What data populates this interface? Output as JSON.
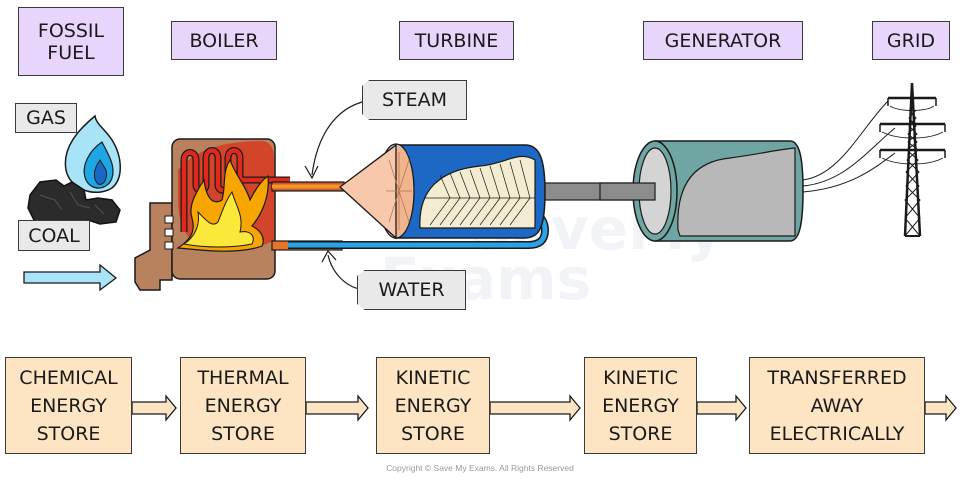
{
  "stages": [
    {
      "id": "fossil-fuel",
      "label": "FOSSIL\nFUEL"
    },
    {
      "id": "boiler",
      "label": "BOILER"
    },
    {
      "id": "turbine",
      "label": "TURBINE"
    },
    {
      "id": "generator",
      "label": "GENERATOR"
    },
    {
      "id": "grid",
      "label": "GRID"
    }
  ],
  "fuel_tags": {
    "gas": "GAS",
    "coal": "COAL"
  },
  "pipe_tags": {
    "steam": "STEAM",
    "water": "WATER"
  },
  "energy_stores": [
    {
      "label": "CHEMICAL\nENERGY\nSTORE"
    },
    {
      "label": "THERMAL\nENERGY\nSTORE"
    },
    {
      "label": "KINETIC\nENERGY\nSTORE"
    },
    {
      "label": "KINETIC\nENERGY\nSTORE"
    },
    {
      "label": "TRANSFERRED\nAWAY\nELECTRICALLY"
    }
  ],
  "watermark": {
    "line1": "SaveMy",
    "line2": "Exams"
  },
  "copyright": "Copyright © Save My Exams. All Rights Reserved",
  "colors": {
    "stage_label_bg": "#e8d5fb",
    "tag_bg": "#e9e9e9",
    "store_bg": "#fde5c3",
    "boiler": "#b9825f",
    "steam_pipe": "#f07c1c",
    "water_pipe": "#1f7ad1",
    "turbine_casing": "#1c68c4",
    "generator_casing": "#6fa5a2",
    "shaft": "#8c8c8c"
  }
}
